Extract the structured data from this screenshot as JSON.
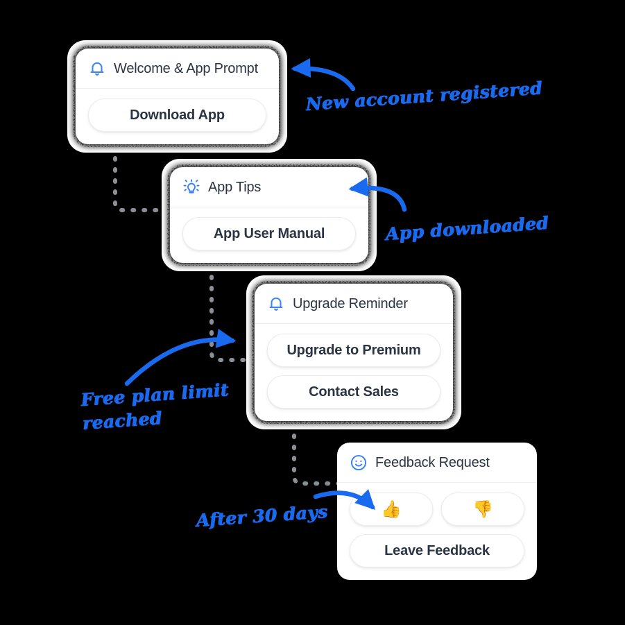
{
  "meta": {
    "background_color": "#000000",
    "accent_blue": "#1a6af0",
    "icon_blue": "#3b82f6",
    "text_dark": "#2b3443",
    "divider": "#ededf0",
    "connector_color": "#8a8f98"
  },
  "cards": [
    {
      "id": "welcome",
      "icon": "bell-icon",
      "title": "Welcome & App Prompt",
      "buttons": [
        {
          "label": "Download App",
          "type": "text"
        }
      ]
    },
    {
      "id": "tips",
      "icon": "lightbulb-icon",
      "title": "App Tips",
      "buttons": [
        {
          "label": "App User Manual",
          "type": "text"
        }
      ]
    },
    {
      "id": "upgrade",
      "icon": "bell-icon",
      "title": "Upgrade Reminder",
      "buttons": [
        {
          "label": "Upgrade to Premium",
          "type": "text"
        },
        {
          "label": "Contact Sales",
          "type": "text"
        }
      ]
    },
    {
      "id": "feedback",
      "icon": "smiley-icon",
      "title": "Feedback Request",
      "buttons": [
        {
          "label": "👍",
          "type": "emoji"
        },
        {
          "label": "👎",
          "type": "emoji"
        },
        {
          "label": "Leave Feedback",
          "type": "text"
        }
      ]
    }
  ],
  "annotations": [
    {
      "id": "anno-1",
      "text": "New account registered",
      "target": "welcome"
    },
    {
      "id": "anno-2",
      "text": "App downloaded",
      "target": "tips"
    },
    {
      "id": "anno-3",
      "text": "Free plan limit\nreached",
      "target": "upgrade"
    },
    {
      "id": "anno-4",
      "text": "After 30 days",
      "target": "feedback"
    }
  ]
}
